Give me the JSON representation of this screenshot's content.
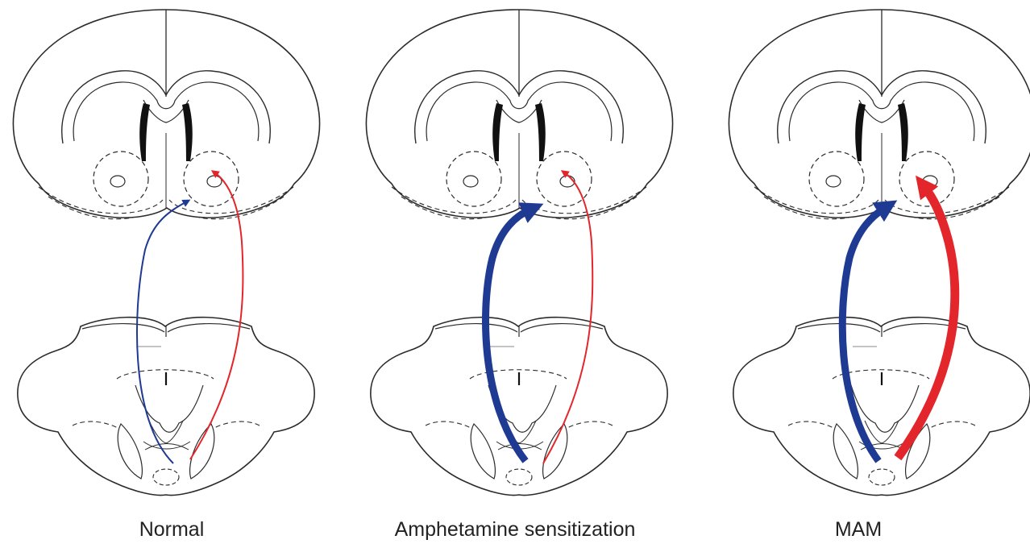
{
  "colors": {
    "outline": "#2b2b2b",
    "blue_pathway": "#1f3a93",
    "red_pathway": "#e3262b"
  },
  "panels": [
    {
      "label": "Normal",
      "blue_thickness": "thin",
      "red_thickness": "thin"
    },
    {
      "label": "Amphetamine sensitization",
      "blue_thickness": "thick",
      "red_thickness": "thin"
    },
    {
      "label": "MAM",
      "blue_thickness": "thick",
      "red_thickness": "thick"
    }
  ]
}
